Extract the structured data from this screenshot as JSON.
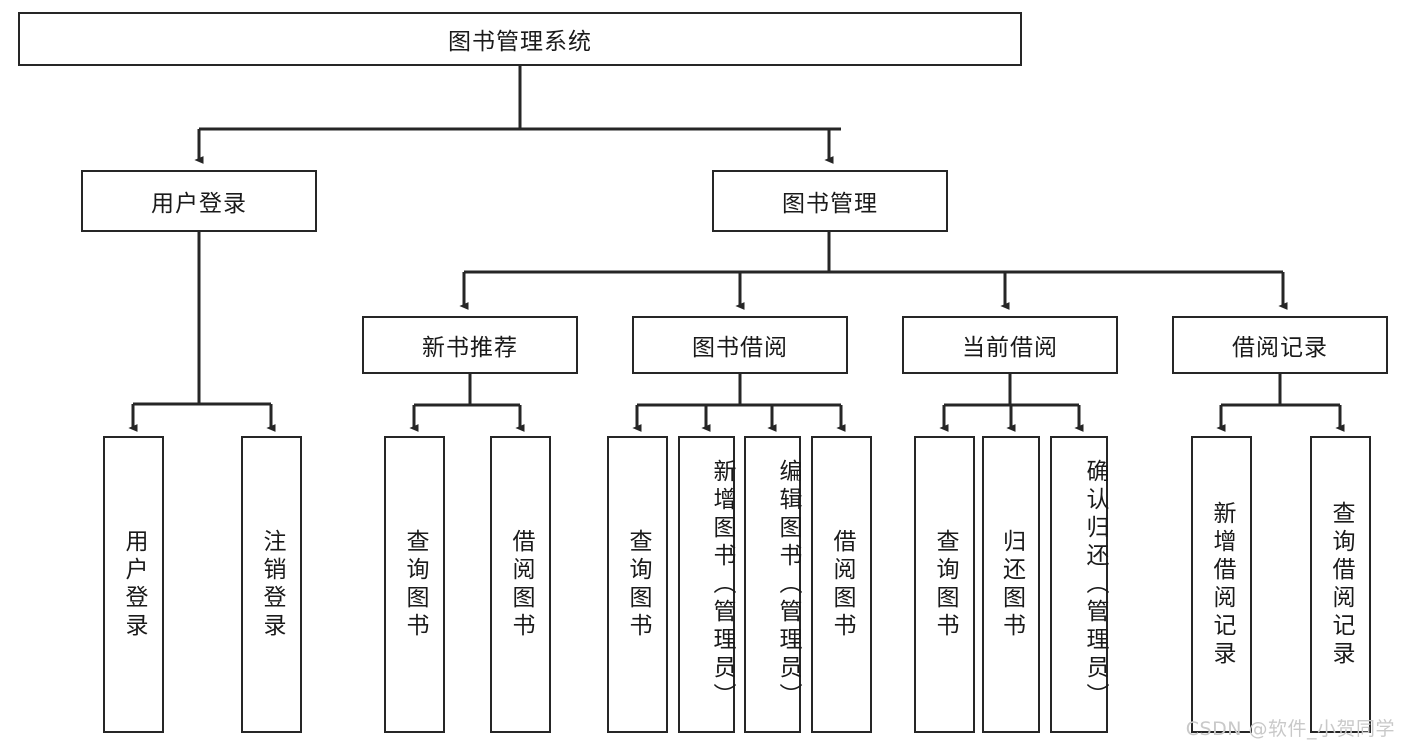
{
  "diagram": {
    "title": "图书管理系统",
    "root": {
      "label": "图书管理系统"
    },
    "level1": [
      {
        "label": "用户登录"
      },
      {
        "label": "图书管理"
      }
    ],
    "level2": [
      {
        "label": "新书推荐"
      },
      {
        "label": "图书借阅"
      },
      {
        "label": "当前借阅"
      },
      {
        "label": "借阅记录"
      }
    ],
    "leaves": {
      "user_login": [
        {
          "label": "用户登录"
        },
        {
          "label": "注销登录"
        }
      ],
      "new_book_recommend": [
        {
          "label": "查询图书"
        },
        {
          "label": "借阅图书"
        }
      ],
      "book_borrow": [
        {
          "label": "查询图书"
        },
        {
          "label": "新增图书（管理员）"
        },
        {
          "label": "编辑图书（管理员）"
        },
        {
          "label": "借阅图书"
        }
      ],
      "current_borrow": [
        {
          "label": "查询图书"
        },
        {
          "label": "归还图书"
        },
        {
          "label": "确认归还（管理员）"
        }
      ],
      "borrow_records": [
        {
          "label": "新增借阅记录"
        },
        {
          "label": "查询借阅记录"
        }
      ]
    }
  },
  "watermark": {
    "text": "CSDN @软件_小贺同学"
  },
  "colors": {
    "stroke": "#262626",
    "text": "#1a1a1a",
    "background": "#ffffff",
    "watermark": "#c9c9c9"
  }
}
